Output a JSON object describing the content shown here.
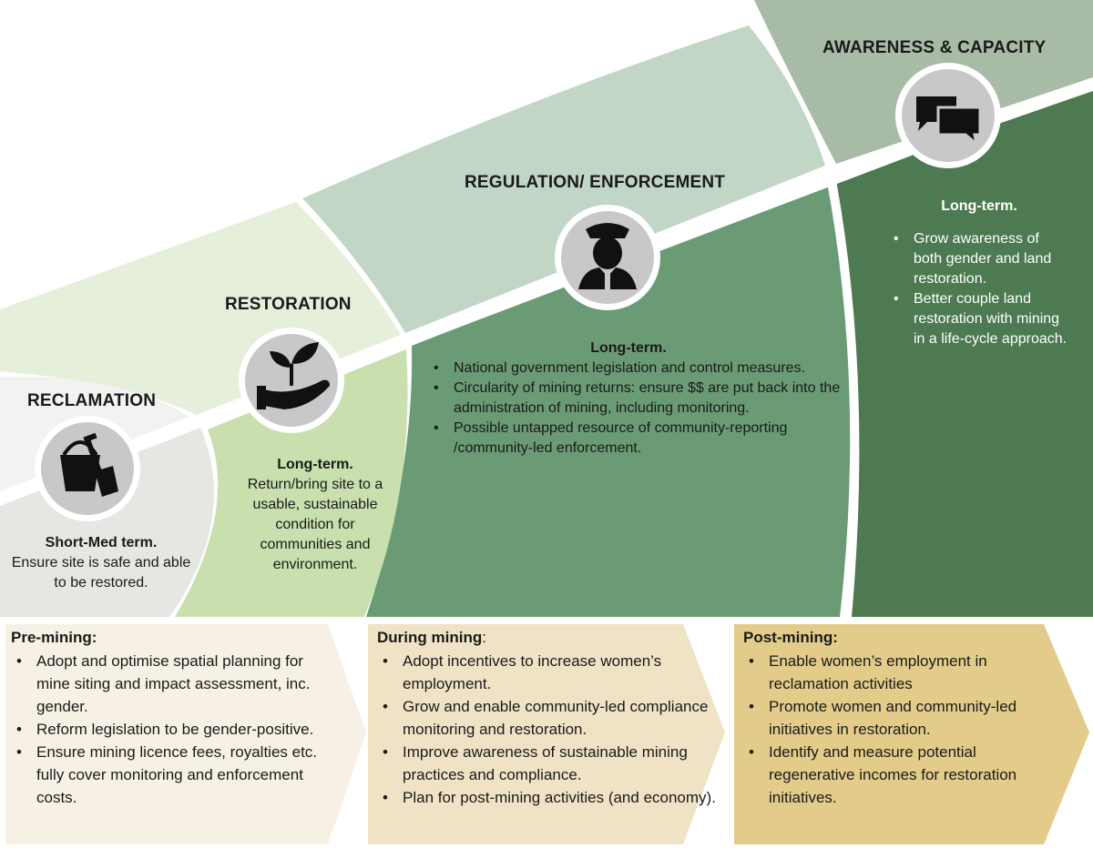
{
  "stages": [
    {
      "heading": "RECLAMATION",
      "icon": "bucket-spade-icon",
      "term": "Short-Med term.",
      "text": "Ensure site is safe and able to be restored."
    },
    {
      "heading": "RESTORATION",
      "icon": "hand-plant-icon",
      "term": "Long-term.",
      "text": "Return/bring site to a usable, sustainable condition for communities and environment."
    },
    {
      "heading": "REGULATION/ ENFORCEMENT",
      "icon": "police-officer-icon",
      "term": "Long-term.",
      "bullets": [
        "National government legislation and control measures.",
        "Circularity of mining returns: ensure $$ are put back into the administration of mining, including monitoring.",
        "Possible untapped resource of community-reporting /community-led enforcement."
      ]
    },
    {
      "heading": "AWARENESS & CAPACITY",
      "icon": "speech-bubbles-icon",
      "term": "Long-term.",
      "bullets": [
        "Grow awareness of both gender and land restoration.",
        "Better couple land restoration with mining in a life-cycle approach."
      ]
    }
  ],
  "phases": [
    {
      "title": "Pre-mining:",
      "bullets": [
        "Adopt and optimise spatial planning for mine siting and impact assessment, inc. gender.",
        "Reform legislation to be gender-positive.",
        "Ensure mining licence fees, royalties etc. fully cover monitoring and enforcement costs."
      ]
    },
    {
      "title": "During mining",
      "title_suffix": ":",
      "bullets": [
        "Adopt incentives to increase women’s employment.",
        "Grow and enable community-led compliance monitoring and restoration.",
        "Improve awareness of sustainable mining practices and compliance.",
        "Plan for post-mining activities (and economy)."
      ]
    },
    {
      "title": "Post-mining:",
      "bullets": [
        "Enable women’s employment in reclamation activities",
        "Promote women and community-led initiatives in restoration.",
        "Identify and measure potential regenerative incomes for restoration initiatives."
      ]
    }
  ],
  "colors": {
    "reclamation_light": "#f2f2f0",
    "reclamation_dark": "#e6e6e3",
    "restoration_light": "#e5efd9",
    "restoration_dark": "#c9dfae",
    "regulation_light": "#c2d6c6",
    "regulation_dark": "#6a9b74",
    "awareness_light": "#a8bba7",
    "awareness_dark": "#4d7a50",
    "phase_pre": "#f6f1e4",
    "phase_during": "#f0e3c5",
    "phase_post": "#e3cb8a",
    "icon_circle": "#c8c8c8"
  }
}
